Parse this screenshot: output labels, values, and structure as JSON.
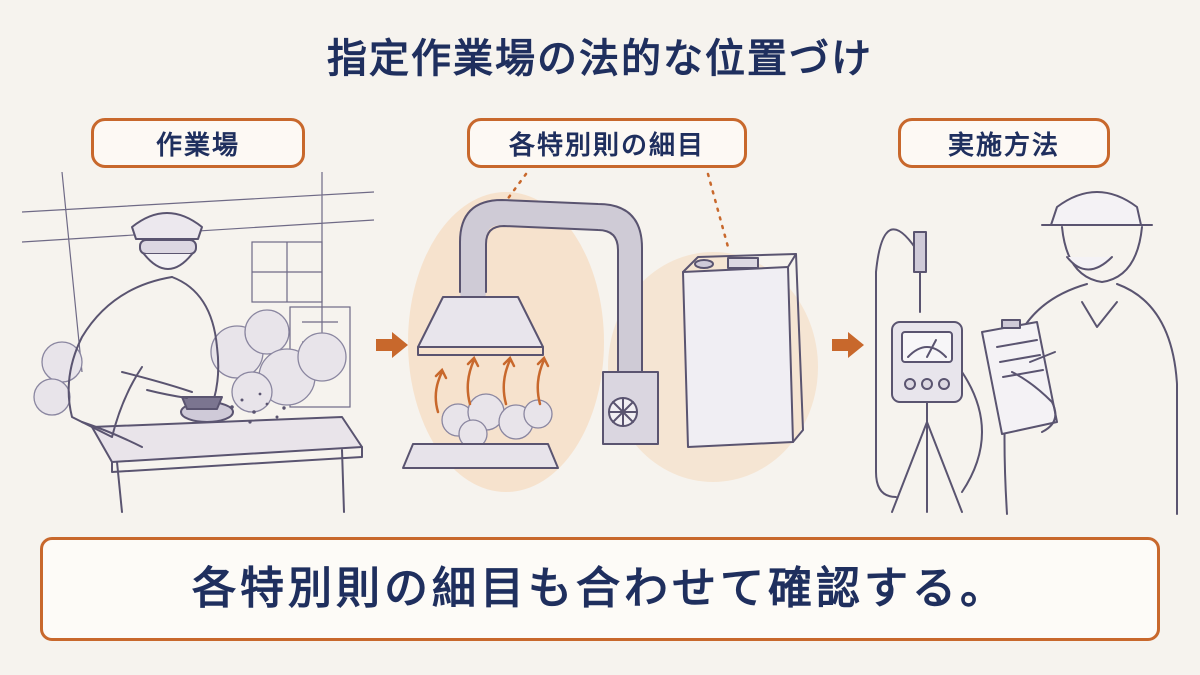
{
  "title": "指定作業場の法的な位置づけ",
  "steps": [
    {
      "label": "作業場",
      "illustration": "worker-grinding-illustration"
    },
    {
      "label": "各特別則の細目",
      "illustration": "local-exhaust-ventilation-illustration"
    },
    {
      "label": "実施方法",
      "illustration": "inspector-measuring-illustration"
    }
  ],
  "arrows": [
    "arrow-right-icon",
    "arrow-right-icon"
  ],
  "banner": "各特別則の細目も合わせて確認する。",
  "colors": {
    "accent": "#c8682c",
    "text": "#1f2f5e",
    "background": "#f6f3ee",
    "glow": "#f5dcc2"
  }
}
